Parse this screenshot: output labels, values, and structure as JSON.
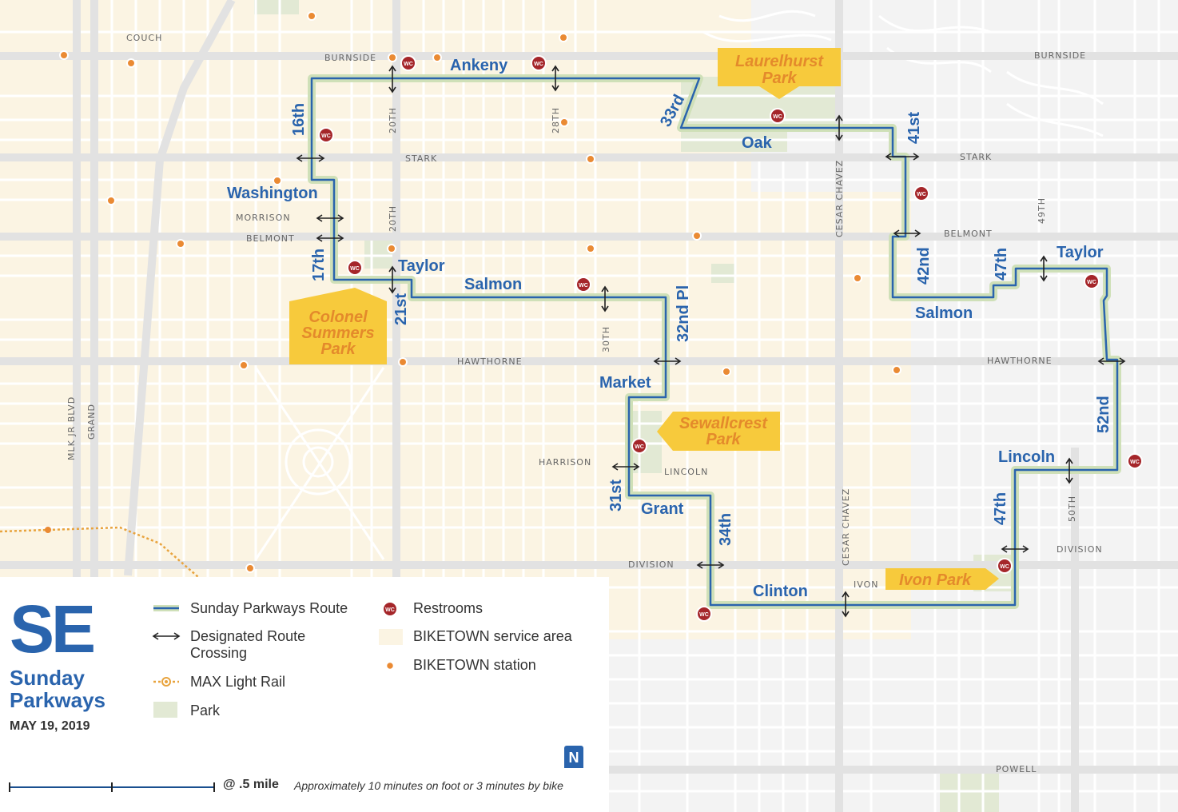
{
  "map": {
    "streets": {
      "couch": "COUCH",
      "burnside_w": "BURNSIDE",
      "burnside_e": "BURNSIDE",
      "stark_w": "STARK",
      "stark_e": "STARK",
      "morrison": "MORRISON",
      "belmont_w": "BELMONT",
      "belmont_e": "BELMONT",
      "hawthorne_w": "HAWTHORNE",
      "hawthorne_e": "HAWTHORNE",
      "harrison": "HARRISON",
      "lincoln": "LINCOLN",
      "division_w": "DIVISION",
      "division_e": "DIVISION",
      "ivon": "IVON",
      "powell": "POWELL",
      "mlk": "MLK JR BLVD",
      "grand": "GRAND",
      "s20th_a": "20TH",
      "s20th_b": "20TH",
      "s28th": "28TH",
      "s30th": "30TH",
      "chavez_n": "CESAR CHAVEZ",
      "chavez_s": "CESAR CHAVEZ",
      "s49th": "49TH",
      "s50th": "50TH"
    },
    "route_labels": {
      "ankeny": "Ankeny",
      "s16th": "16th",
      "washington": "Washington",
      "s17th": "17th",
      "taylor_w": "Taylor",
      "s21st": "21st",
      "salmon_w": "Salmon",
      "s32nd_pl": "32nd Pl",
      "market": "Market",
      "s31st": "31st",
      "grant": "Grant",
      "s34th": "34th",
      "clinton": "Clinton",
      "s33rd": "33rd",
      "oak": "Oak",
      "s41st": "41st",
      "s42nd": "42nd",
      "salmon_e": "Salmon",
      "s47th_n": "47th",
      "taylor_e": "Taylor",
      "s52nd": "52nd",
      "lincoln": "Lincoln",
      "s47th_s": "47th"
    },
    "parks": {
      "laurelhurst": [
        "Laurelhurst",
        "Park"
      ],
      "colonel_summers": [
        "Colonel",
        "Summers",
        "Park"
      ],
      "sewallcrest": [
        "Sewallcrest",
        "Park"
      ],
      "ivon": [
        "Ivon Park"
      ]
    },
    "restroom_label": "WC"
  },
  "legend": {
    "title": "SE",
    "subtitle": [
      "Sunday",
      "Parkways"
    ],
    "date": "MAY 19, 2019",
    "items": {
      "route": "Sunday Parkways Route",
      "crossing": [
        "Designated Route",
        "Crossing"
      ],
      "max": "MAX Light Rail",
      "park": "Park",
      "restrooms": "Restrooms",
      "service_area": "BIKETOWN service area",
      "station": "BIKETOWN station"
    },
    "scale": "@ .5 mile",
    "scale_note": "Approximately 10 minutes on foot or 3 minutes by bike",
    "north": "N"
  },
  "colors": {
    "route": "#2a64ad",
    "route_halo": "#cfe0b8",
    "park_fill": "#e4ead8",
    "service_area": "#fbf5e6",
    "restroom": "#a5262a",
    "station": "#ea8a33",
    "callout": "#f7ca3c"
  }
}
